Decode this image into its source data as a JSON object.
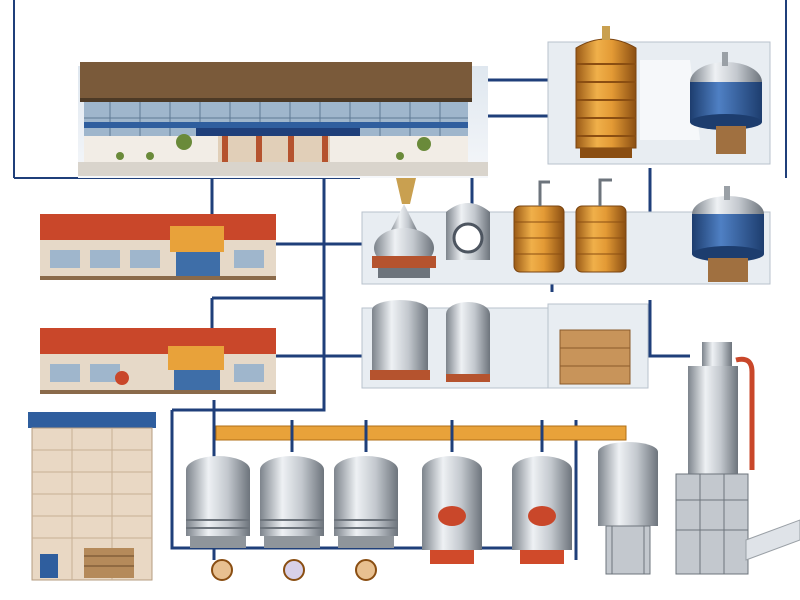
{
  "title": "",
  "colors": {
    "background": "#ffffff",
    "pipe": "#1f3f7a",
    "header_pipe": "#e8a23a",
    "copper": "#d98a2c",
    "steel": "#b9bec4",
    "blue_tank": "#2f5e9e",
    "roof_red": "#c9472a",
    "roof_brown": "#7a5a3a",
    "panel": "#e8edf2"
  },
  "components": {
    "buildings": [
      "main-office-building",
      "warehouse-upper",
      "warehouse-lower",
      "storage-tower"
    ],
    "copper_vessels": [
      "copper-column-tank",
      "copper-fermenter-left",
      "copper-fermenter-right"
    ],
    "blue_vessels": [
      "blue-kettle-upper",
      "blue-kettle-lower"
    ],
    "steel_vessels": [
      "pot-still",
      "steel-mash-tun",
      "steel-tank-small",
      "fermenter-1",
      "fermenter-2",
      "fermenter-3",
      "fermenter-4",
      "fermenter-5",
      "silo-large",
      "silo-tall"
    ]
  }
}
